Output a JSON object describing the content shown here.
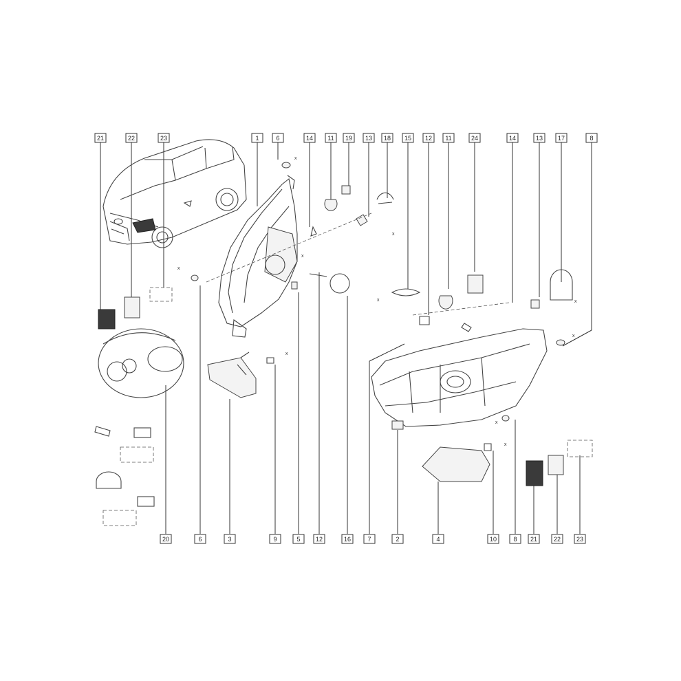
{
  "callouts_top": [
    "21",
    "22",
    "23",
    "1",
    "6",
    "14",
    "11",
    "19",
    "13",
    "18",
    "15",
    "12",
    "11",
    "24",
    "14",
    "13",
    "17",
    "8"
  ],
  "callouts_bottom": [
    "20",
    "6",
    "3",
    "9",
    "5",
    "12",
    "16",
    "7",
    "2",
    "4",
    "10",
    "8",
    "21",
    "22",
    "23"
  ],
  "mark_x": "x"
}
